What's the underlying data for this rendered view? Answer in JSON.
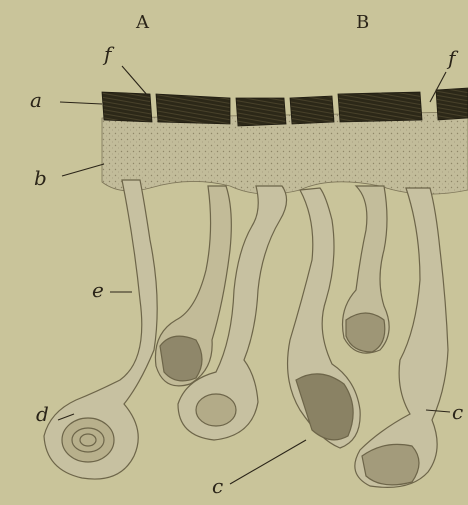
{
  "figure": {
    "panel_labels": {
      "A": "A",
      "B": "B"
    },
    "letter_labels": {
      "a": "a",
      "b": "b",
      "c_left": "c",
      "c_bottom": "c",
      "d": "d",
      "e": "e",
      "f_left": "f",
      "f_right": "f"
    },
    "colors": {
      "paper": "#c9c49a",
      "ink": "#2a2418",
      "tissue": "#c7c1a1",
      "gland": "#bdb592",
      "duct_shadow": "#8d8466",
      "band_dark": "#2c2818"
    }
  }
}
